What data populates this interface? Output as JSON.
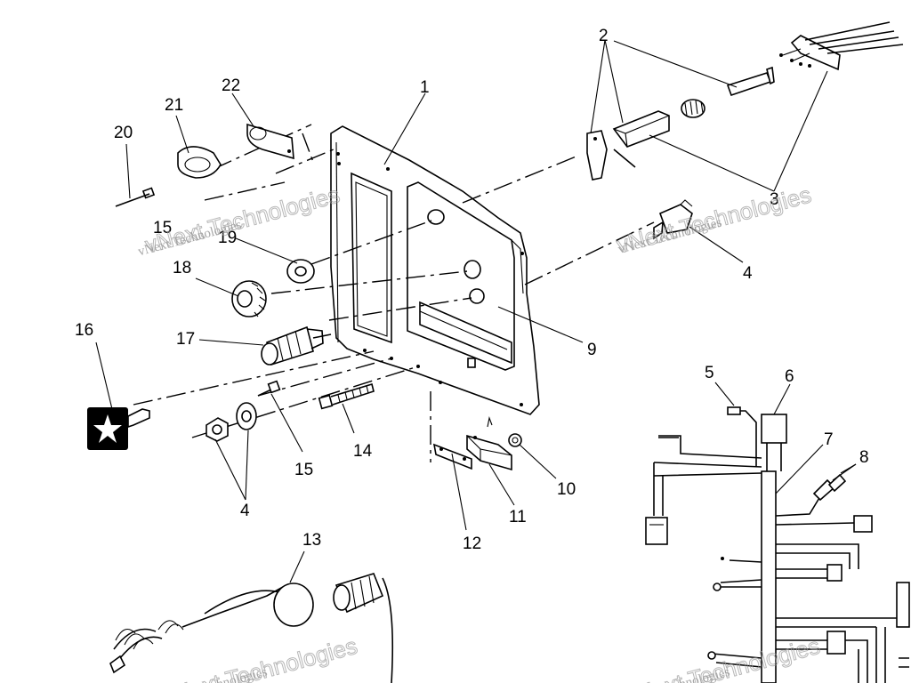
{
  "callouts": {
    "c1": "1",
    "c2": "2",
    "c3": "3",
    "c4a": "4",
    "c4b": "4",
    "c5": "5",
    "c6": "6",
    "c7": "7",
    "c8": "8",
    "c9": "9",
    "c10": "10",
    "c11": "11",
    "c12": "12",
    "c13": "13",
    "c14": "14",
    "c15a": "15",
    "c15b": "15",
    "c16": "16",
    "c17": "17",
    "c18": "18",
    "c19": "19",
    "c20": "20",
    "c21": "21",
    "c22": "22"
  },
  "watermark": {
    "line1": "vNext Technologies",
    "line2": "vNext Technologies"
  }
}
